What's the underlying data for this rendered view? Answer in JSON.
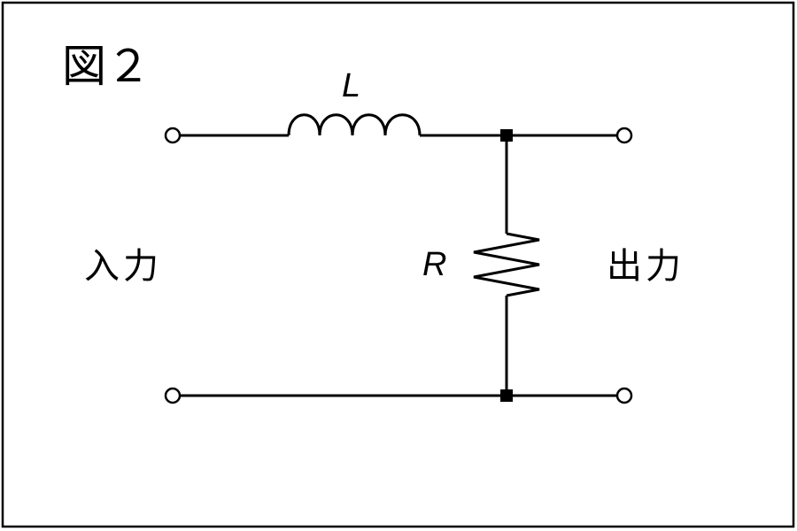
{
  "figure": {
    "title": "図２",
    "inductor_label": "L",
    "resistor_label": "R",
    "input_label": "入力",
    "output_label": "出力"
  },
  "colors": {
    "line": "#000000",
    "background": "#ffffff"
  }
}
